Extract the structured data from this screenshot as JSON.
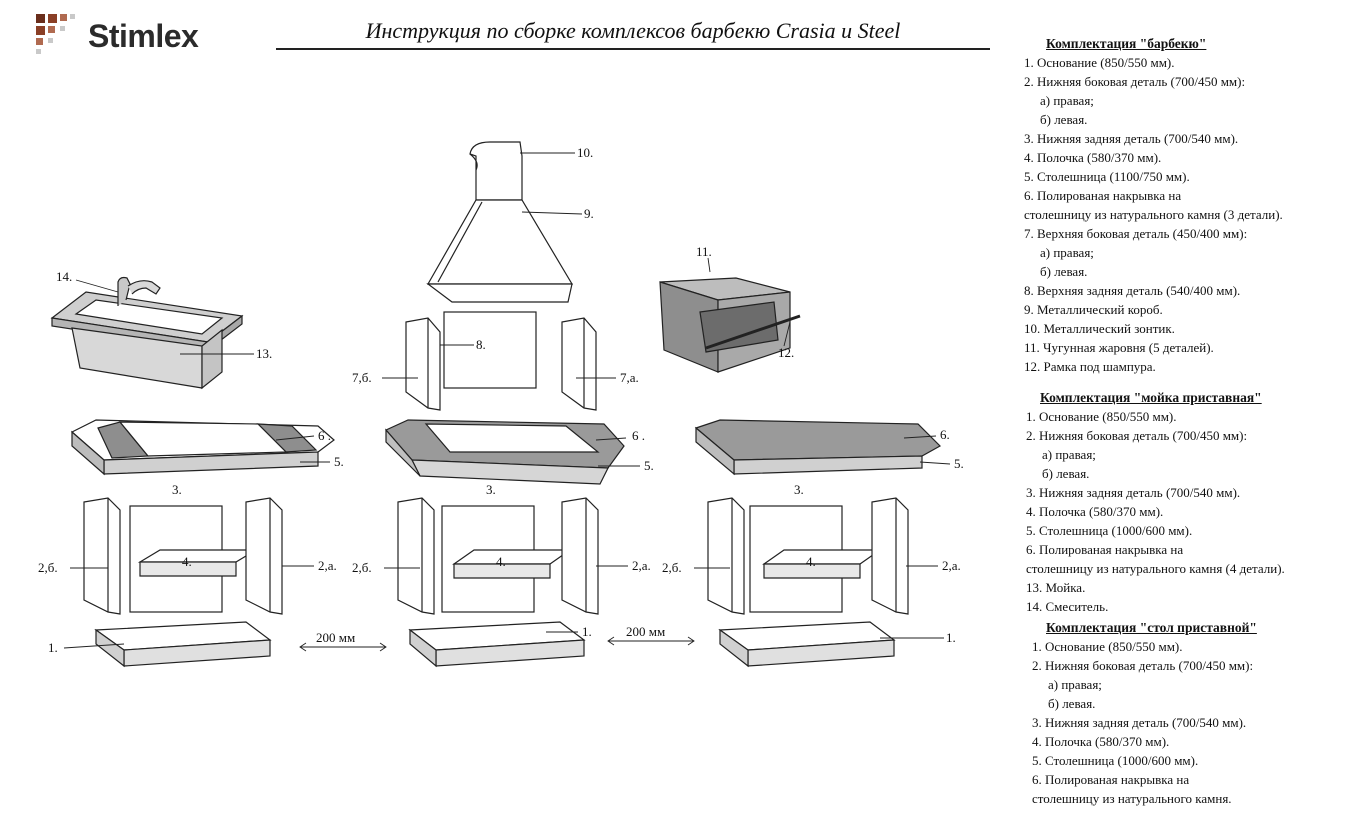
{
  "logo": {
    "name": "Stimlex",
    "mark_colors": [
      "#6a2e1c",
      "#8a3f26",
      "#b06a50",
      "#c9c9c9"
    ]
  },
  "title": "Инструкция по сборке комплексов барбекю  Crasia и Steel",
  "labels": {
    "l1": "1.",
    "l2b": "2,б.",
    "l2a": "2,а.",
    "l3": "3.",
    "l4": "4.",
    "l5": "5.",
    "l6": "6 .",
    "l6b": "6.",
    "l7b": "7,б.",
    "l7a": "7,а.",
    "l8": "8.",
    "l9": "9.",
    "l10": "10.",
    "l11": "11.",
    "l12": "12.",
    "l13": "13.",
    "l14": "14.",
    "dist": "200 мм"
  },
  "bbq": {
    "heading": "Комплектация \"барбекю\"",
    "items": [
      "1. Основание (850/550 мм).",
      "2. Нижняя боковая деталь (700/450 мм):",
      "а) правая;",
      "б) левая.",
      "3. Нижняя задняя деталь (700/540 мм).",
      "4. Полочка (580/370 мм).",
      "5. Столешница (1100/750 мм).",
      "6. Полированая накрывка на",
      "столешницу из натурального камня (3 детали).",
      "7. Верхняя боковая деталь (450/400 мм):",
      "а) правая;",
      "б) левая.",
      "8. Верхняя задняя деталь (540/400 мм).",
      "9. Металлический короб.",
      "10. Металлический зонтик.",
      "11. Чугунная жаровня (5 деталей).",
      "12. Рамка под шампура."
    ]
  },
  "sink": {
    "heading": "Комплектация \"мойка приставная\"",
    "items": [
      "1. Основание (850/550 мм).",
      "2. Нижняя боковая деталь (700/450 мм):",
      "а) правая;",
      "б) левая.",
      "3. Нижняя задняя деталь (700/540 мм).",
      "4. Полочка (580/370 мм).",
      "5. Столешница (1000/600 мм).",
      "6. Полированая накрывка на",
      "столешницу из натурального камня (4 детали).",
      "13. Мойка.",
      "14. Смеситель."
    ]
  },
  "table": {
    "heading": "Комплектация \"стол приставной\"",
    "items": [
      "1. Основание (850/550 мм).",
      "2. Нижняя боковая деталь (700/450 мм):",
      "а) правая;",
      "б) левая.",
      "3. Нижняя задняя деталь (700/540 мм).",
      "4. Полочка (580/370 мм).",
      "5. Столешница (1000/600 мм).",
      "6. Полированая накрывка на",
      "столешницу из натурального камня."
    ]
  }
}
